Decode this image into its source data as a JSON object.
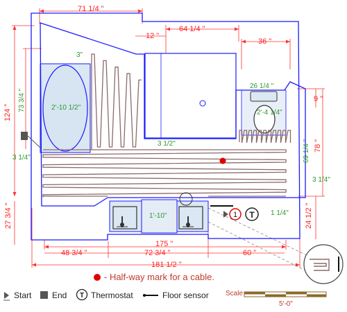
{
  "dimensions": {
    "top_width": "71 1/4 \"",
    "width_64": "64 1/4 \"",
    "width_12": "12 \"",
    "width_36": "36 \"",
    "left_height": "124 \"",
    "tub_height": "73 3/4 \"",
    "tub_width": "2'-10 1/2\"",
    "gap_3": "3\"",
    "gap_3_half": "3 1/2\"",
    "toilet_width": "26 1/4 \"",
    "toilet_gap": "2'-4 1/4\"",
    "right_9": "9 \"",
    "right_78": "78 \"",
    "right_69": "69 1/4 \"",
    "right_3q": "3 1/4\"",
    "left_3q": "3 1/4\"",
    "right_24": "24 1/2 \"",
    "left_27": "27 3/4 \"",
    "vanity_gap": "1'-10\"",
    "sensor_offset": "1 1/4\"",
    "bottom_175": "175 \"",
    "bottom_48": "48 3/4 \"",
    "bottom_72": "72 3/4 \"",
    "bottom_60": "60 \"",
    "bottom_181": "181 1/2 \""
  },
  "plan_labels": {
    "start_marker": "1",
    "thermostat_marker": "T"
  },
  "legend": {
    "halfway": "- Half-way mark for a cable.",
    "start": "Start",
    "end": "End",
    "thermostat": "Thermostat",
    "floor_sensor": "Floor sensor",
    "scale": "Scale",
    "scale_value": "5'-0\""
  },
  "colors": {
    "wall": "#1a1aff",
    "dimension": "#ff2020",
    "green_dim": "#2a9a2a",
    "cable": "#8a6a6a",
    "fixture_fill": "#dbe7f3",
    "halfway_dot": "#e00000"
  }
}
